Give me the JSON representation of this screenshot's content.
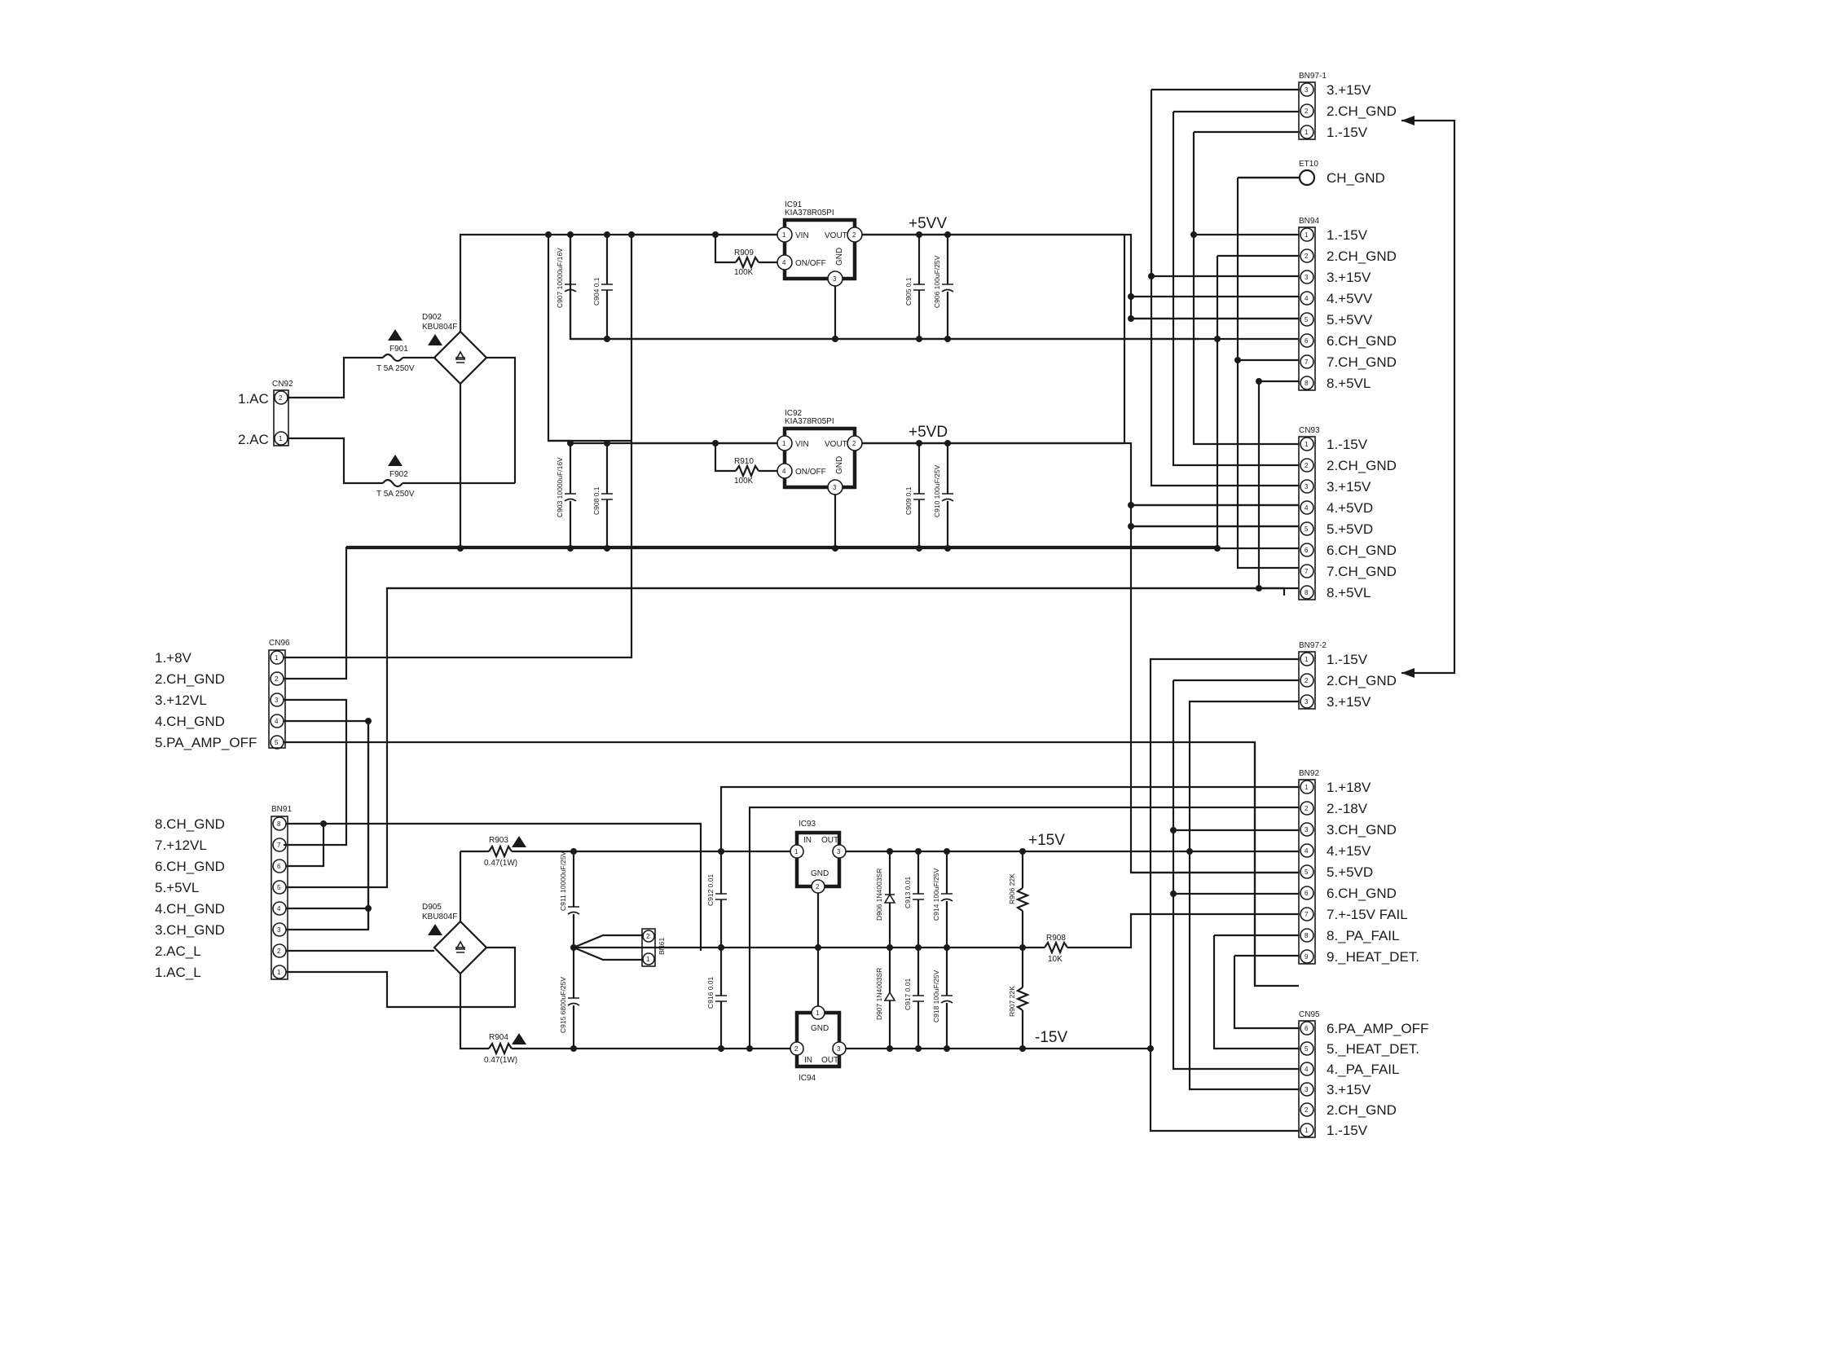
{
  "left_connectors": {
    "cn92": {
      "name": "CN92",
      "pins": [
        "1.AC",
        "2.AC"
      ],
      "pin_numbers": [
        "2",
        "1"
      ]
    },
    "cn96": {
      "name": "CN96",
      "pins": [
        "1.+8V",
        "2.CH_GND",
        "3.+12VL",
        "4.CH_GND",
        "5.PA_AMP_OFF"
      ],
      "pin_numbers": [
        "1",
        "2",
        "3",
        "4",
        "5"
      ]
    },
    "bn91": {
      "name": "BN91",
      "pins": [
        "8.CH_GND",
        "7.+12VL",
        "6.CH_GND",
        "5.+5VL",
        "4.CH_GND",
        "3.CH_GND",
        "2.AC_L",
        "1.AC_L"
      ],
      "pin_numbers": [
        "8",
        "7",
        "6",
        "5",
        "4",
        "3",
        "2",
        "1"
      ]
    },
    "bn61": {
      "name": "BN61",
      "pin_numbers": [
        "2",
        "1"
      ]
    }
  },
  "right_connectors": {
    "bn97_1": {
      "name": "BN97-1",
      "pins": [
        "3.+15V",
        "2.CH_GND",
        "1.-15V"
      ],
      "pin_numbers": [
        "3",
        "2",
        "1"
      ]
    },
    "et10": {
      "name": "ET10",
      "pins": [
        "CH_GND"
      ]
    },
    "bn94": {
      "name": "BN94",
      "pins": [
        "1.-15V",
        "2.CH_GND",
        "3.+15V",
        "4.+5VV",
        "5.+5VV",
        "6.CH_GND",
        "7.CH_GND",
        "8.+5VL"
      ],
      "pin_numbers": [
        "1",
        "2",
        "3",
        "4",
        "5",
        "6",
        "7",
        "8"
      ]
    },
    "cn93": {
      "name": "CN93",
      "pins": [
        "1.-15V",
        "2.CH_GND",
        "3.+15V",
        "4.+5VD",
        "5.+5VD",
        "6.CH_GND",
        "7.CH_GND",
        "8.+5VL"
      ],
      "pin_numbers": [
        "1",
        "2",
        "3",
        "4",
        "5",
        "6",
        "7",
        "8"
      ]
    },
    "bn97_2": {
      "name": "BN97-2",
      "pins": [
        "1.-15V",
        "2.CH_GND",
        "3.+15V"
      ],
      "pin_numbers": [
        "1",
        "2",
        "3"
      ]
    },
    "bn92": {
      "name": "BN92",
      "pins": [
        "1.+18V",
        "2.-18V",
        "3.CH_GND",
        "4.+15V",
        "5.+5VD",
        "6.CH_GND",
        "7.+-15V FAIL",
        "8._PA_FAIL",
        "9._HEAT_DET."
      ],
      "pin_numbers": [
        "1",
        "2",
        "3",
        "4",
        "5",
        "6",
        "7",
        "8",
        "9"
      ]
    },
    "cn95": {
      "name": "CN95",
      "pins": [
        "6.PA_AMP_OFF",
        "5._HEAT_DET.",
        "4._PA_FAIL",
        "3.+15V",
        "2.CH_GND",
        "1.-15V"
      ],
      "pin_numbers": [
        "6",
        "5",
        "4",
        "3",
        "2",
        "1"
      ]
    }
  },
  "ics": {
    "ic91": {
      "name": "IC91",
      "part": "KIA378R05PI",
      "pins": [
        "VIN",
        "VOUT",
        "ON/OFF",
        "GND"
      ],
      "numbers": [
        "1",
        "2",
        "4",
        "3"
      ]
    },
    "ic92": {
      "name": "IC92",
      "part": "KIA378R05PI",
      "pins": [
        "VIN",
        "VOUT",
        "ON/OFF",
        "GND"
      ],
      "numbers": [
        "1",
        "2",
        "4",
        "3"
      ]
    },
    "ic93": {
      "name": "IC93",
      "pins": [
        "IN",
        "OUT",
        "GND"
      ],
      "numbers": [
        "1",
        "3",
        "2"
      ]
    },
    "ic94": {
      "name": "IC94",
      "pins": [
        "GND",
        "IN",
        "OUT"
      ],
      "numbers": [
        "1",
        "2",
        "3"
      ]
    }
  },
  "rails": {
    "v5vv": "+5VV",
    "v5vd": "+5VD",
    "p15": "+15V",
    "m15": "-15V"
  },
  "components": {
    "f901": {
      "ref": "F901",
      "value": "T 5A 250V"
    },
    "f902": {
      "ref": "F902",
      "value": "T 5A 250V"
    },
    "d902": {
      "ref": "D902",
      "value": "KBU804F"
    },
    "d905": {
      "ref": "D905",
      "value": "KBU804F"
    },
    "r909": {
      "ref": "R909",
      "value": "100K"
    },
    "r910": {
      "ref": "R910",
      "value": "100K"
    },
    "r903": {
      "ref": "R903",
      "value": "0.47(1W)"
    },
    "r904": {
      "ref": "R904",
      "value": "0.47(1W)"
    },
    "r906": "R906 22K",
    "r907": "R907 22K",
    "r908": {
      "ref": "R908",
      "value": "10K"
    },
    "c907": "C907 10000uF/16V",
    "c904": "C904 0.1",
    "c905": "C905 0.1",
    "c906": "C906 100uF/25V",
    "c903": "C903 10000uF/16V",
    "c908": "C908 0.1",
    "c909": "C909 0.1",
    "c910": "C910 100uF/25V",
    "c911": "C911 10000uF/25V",
    "c915": "C915 6800uF/25V",
    "c912": "C912 0.01",
    "c916": "C916 0.01",
    "d906": "D906 1N4003SR",
    "d907": "D907 1N4003SR",
    "c913": "C913 0.01",
    "c914": "C914 100uF/25V",
    "c917": "C917 0.01",
    "c918": "C918 100uF/25V"
  },
  "symbols": {
    "warning": "warning-triangle-icon",
    "bridge": "bridge-rectifier-icon"
  }
}
